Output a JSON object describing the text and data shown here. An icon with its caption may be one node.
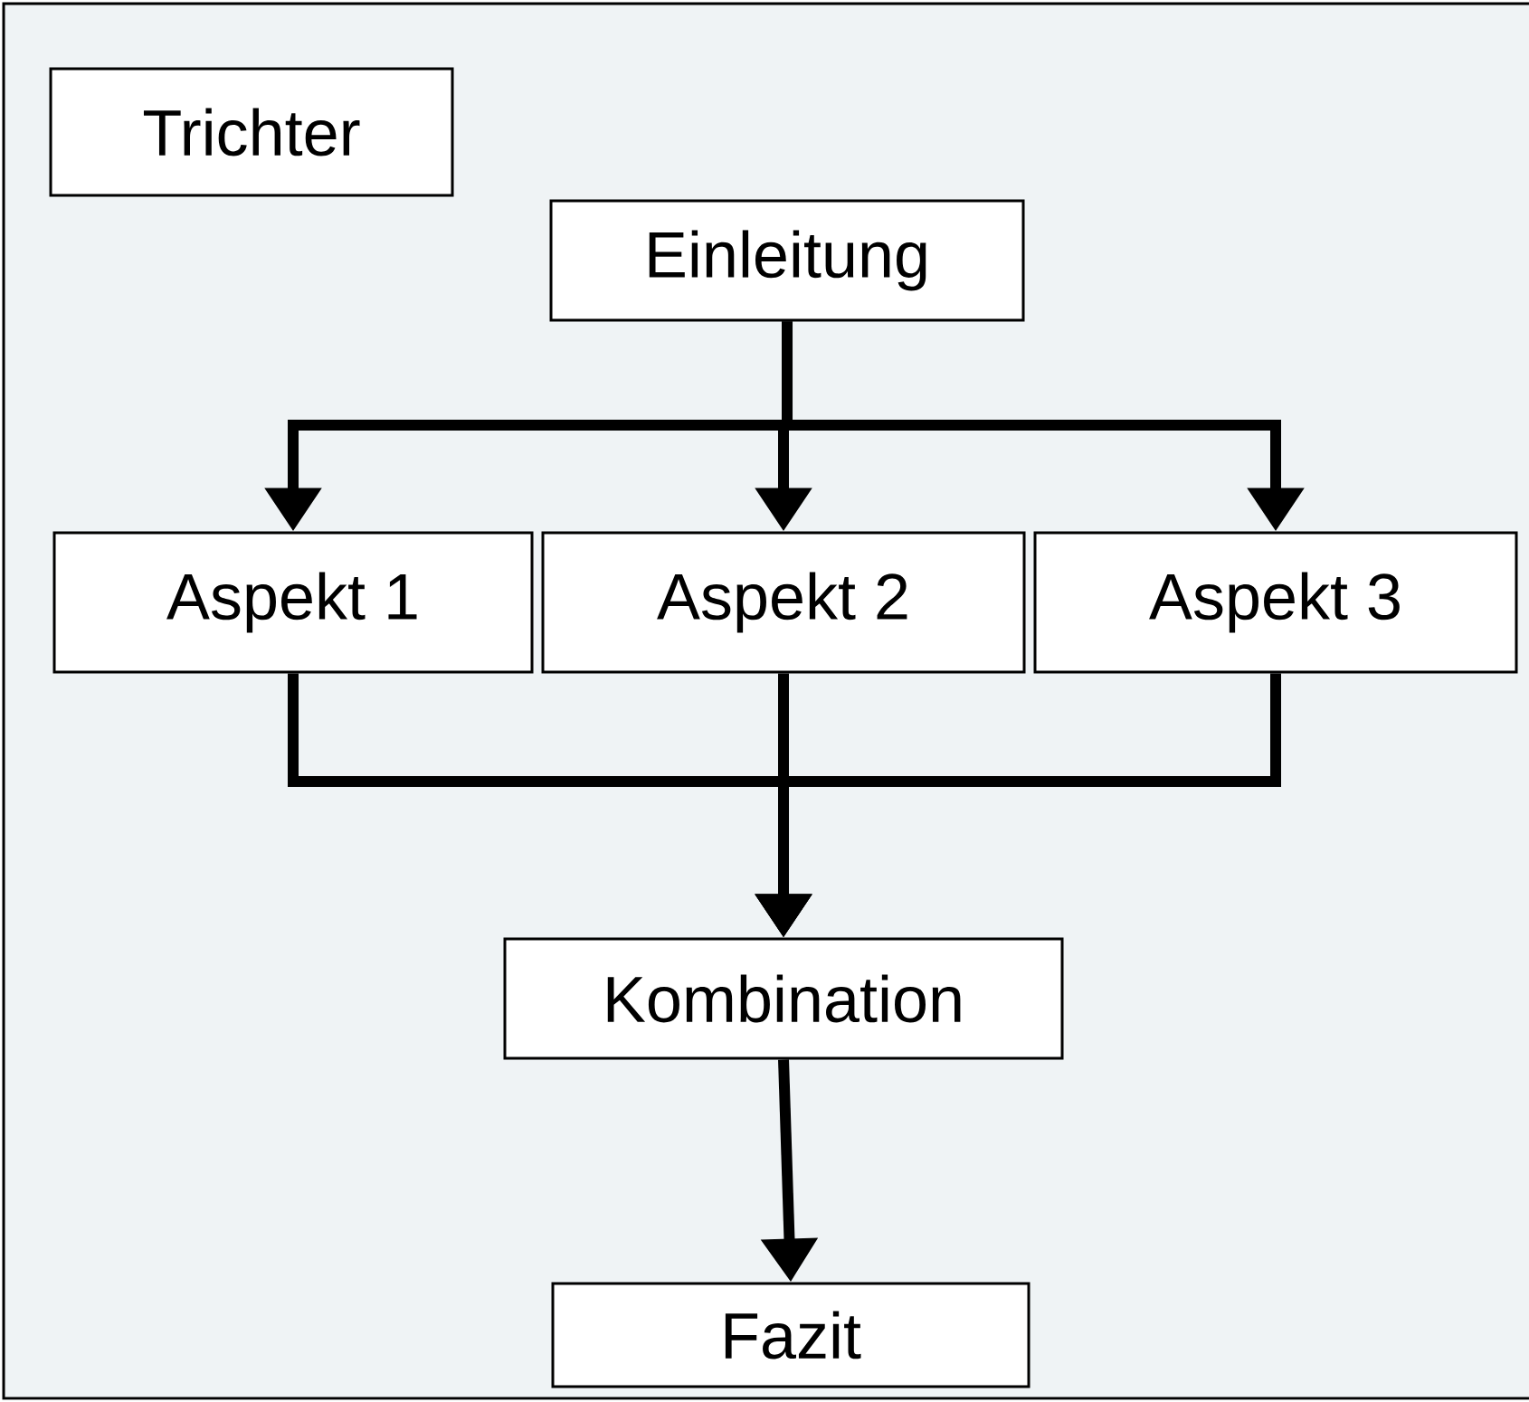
{
  "diagram": {
    "nodes": [
      {
        "text": [
          "Trichter"
        ]
      },
      {
        "text": [
          "Einleitung"
        ]
      },
      {
        "text": [
          "Aspekt 1"
        ]
      },
      {
        "text": [
          "Aspekt 2"
        ]
      },
      {
        "text": [
          "Aspekt 3"
        ]
      },
      {
        "text": [
          "Kombination"
        ]
      },
      {
        "text": [
          "Fazit"
        ]
      }
    ],
    "edges": [
      {
        "from": 1,
        "to": 2,
        "arrow": "to"
      },
      {
        "from": 1,
        "to": 3,
        "arrow": "to"
      },
      {
        "from": 1,
        "to": 4,
        "arrow": "to"
      },
      {
        "from": 2,
        "to": 5,
        "arrow": "to"
      },
      {
        "from": 3,
        "to": 5,
        "arrow": "to"
      },
      {
        "from": 4,
        "to": 5,
        "arrow": "to"
      },
      {
        "from": 5,
        "to": 6,
        "arrow": "to"
      }
    ]
  }
}
